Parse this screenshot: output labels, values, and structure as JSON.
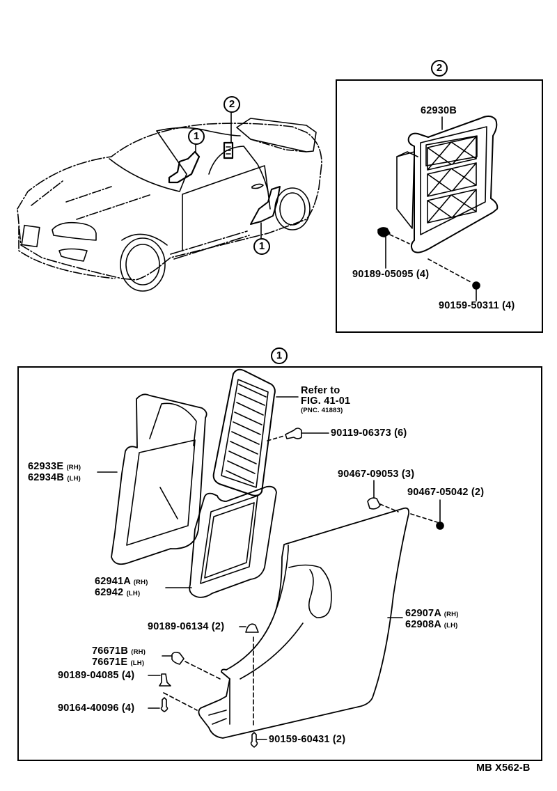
{
  "figure_code": "MB X562-B",
  "overview": {
    "callouts": [
      "1",
      "2",
      "1"
    ]
  },
  "detail_2": {
    "callout": "2",
    "parts": [
      {
        "number": "62930B",
        "qty": ""
      },
      {
        "number": "90189-05095",
        "qty": "(4)"
      },
      {
        "number": "90159-50311",
        "qty": "(4)"
      }
    ]
  },
  "detail_1": {
    "callout": "1",
    "refer": {
      "line1": "Refer to",
      "line2": "FIG. 41-01",
      "line3": "(PNC. 41883)"
    },
    "parts": [
      {
        "number": "90119-06373",
        "qty": "(6)"
      },
      {
        "number": "62933E",
        "side": "(RH)"
      },
      {
        "number": "62934B",
        "side": "(LH)"
      },
      {
        "number": "90467-09053",
        "qty": "(3)"
      },
      {
        "number": "90467-05042",
        "qty": "(2)"
      },
      {
        "number": "62941A",
        "side": "(RH)"
      },
      {
        "number": "62942",
        "side": "(LH)"
      },
      {
        "number": "62907A",
        "side": "(RH)"
      },
      {
        "number": "62908A",
        "side": "(LH)"
      },
      {
        "number": "90189-06134",
        "qty": "(2)"
      },
      {
        "number": "76671B",
        "side": "(RH)"
      },
      {
        "number": "76671E",
        "side": "(LH)"
      },
      {
        "number": "90189-04085",
        "qty": "(4)"
      },
      {
        "number": "90164-40096",
        "qty": "(4)"
      },
      {
        "number": "90159-60431",
        "qty": "(2)"
      }
    ]
  }
}
